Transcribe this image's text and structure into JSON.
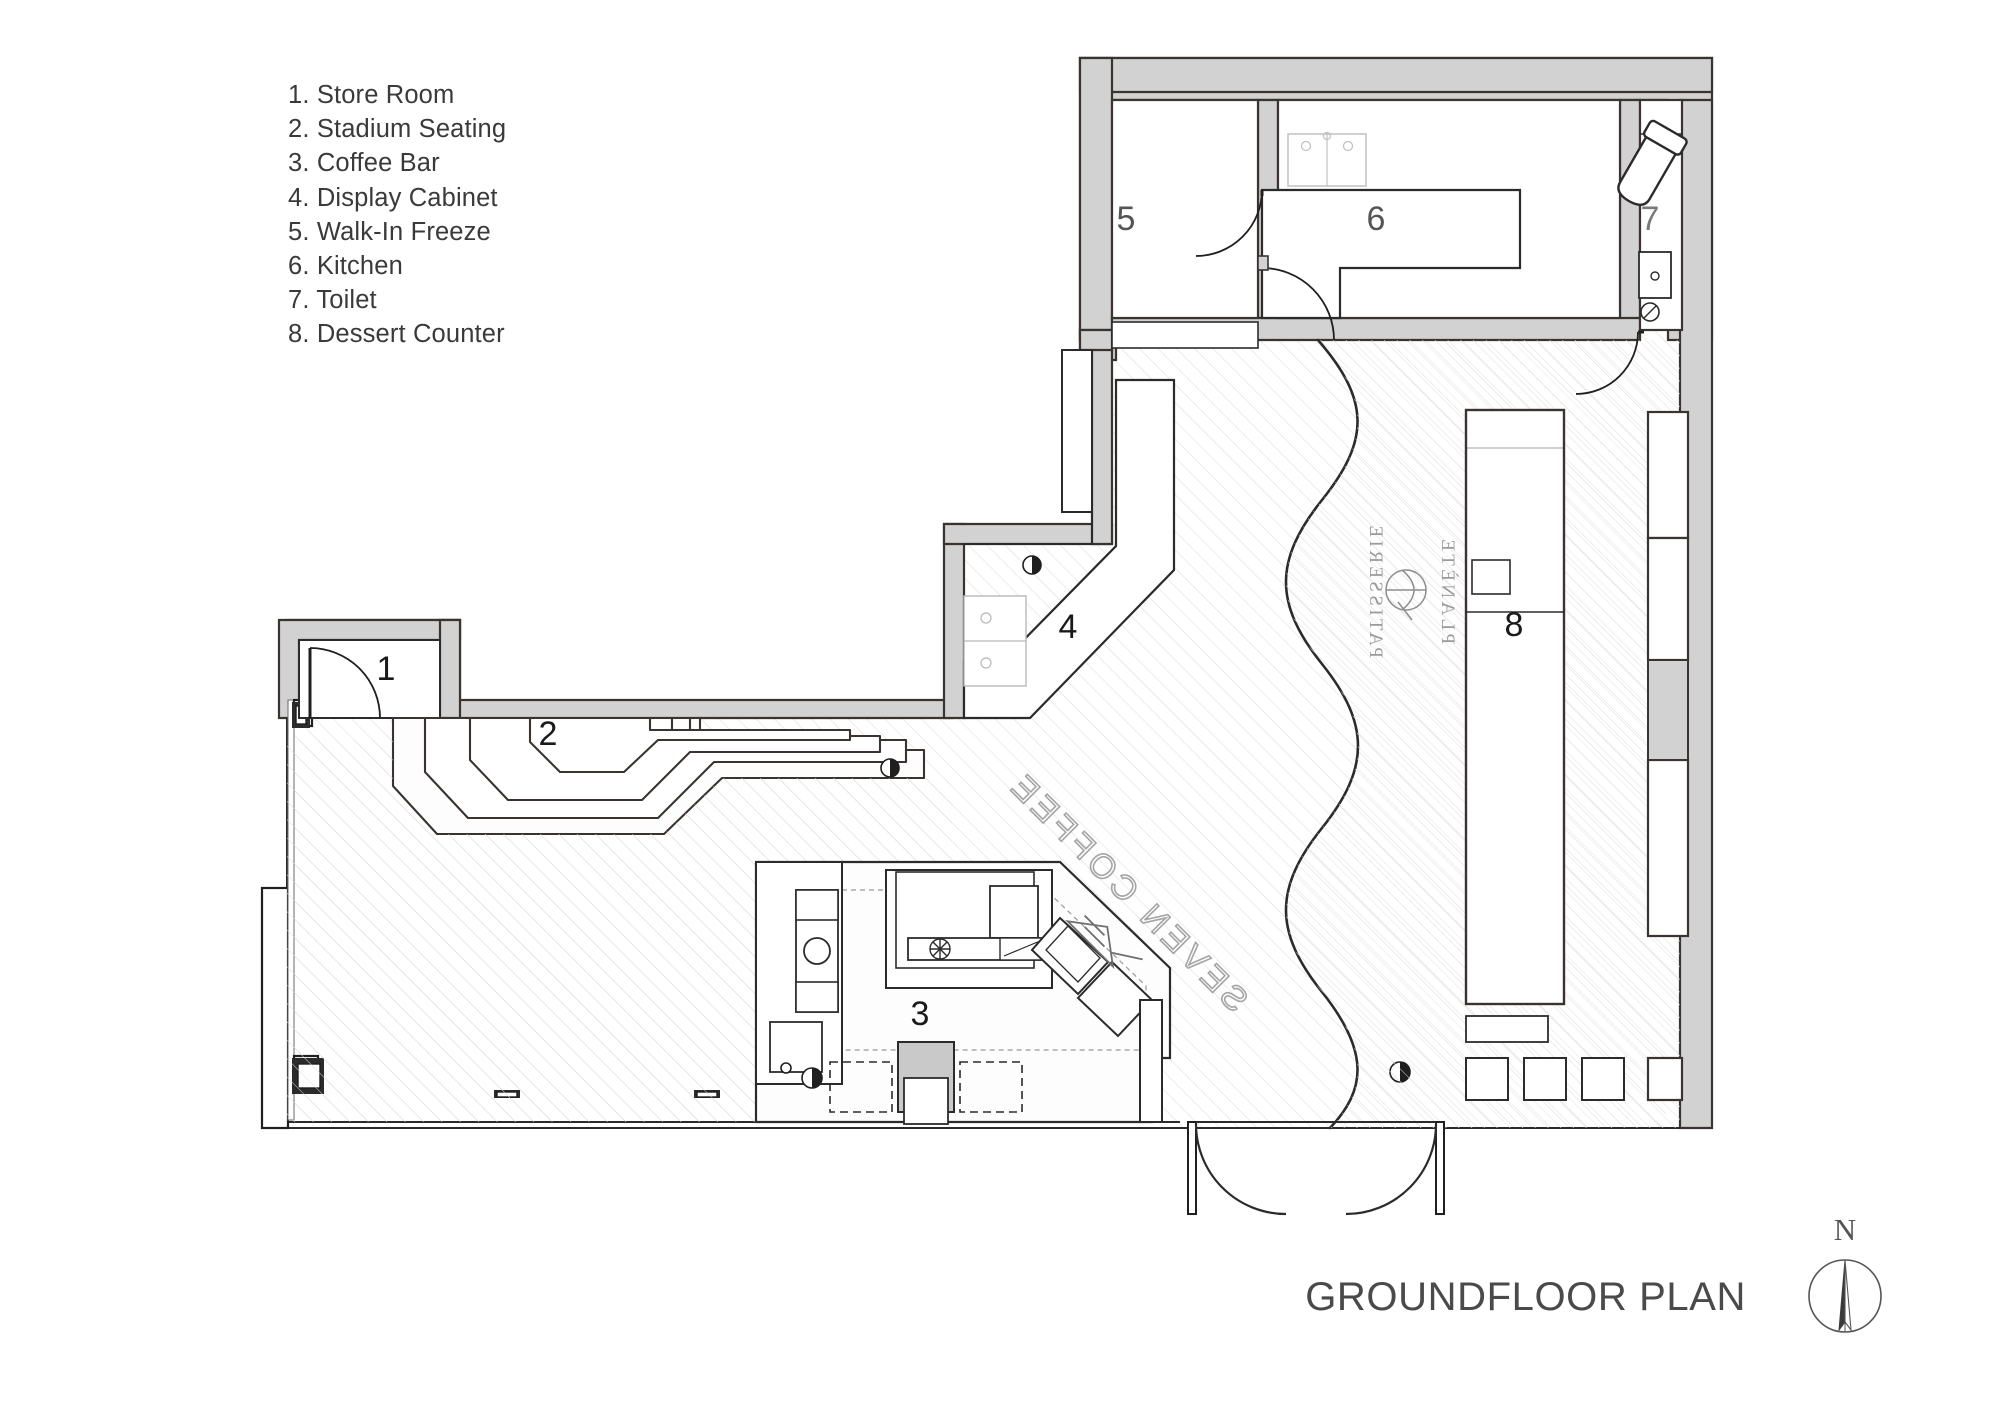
{
  "drawing": {
    "title": "GROUNDFLOOR PLAN",
    "compass_label": "N",
    "compass_icon": "north-arrow-icon"
  },
  "legend": {
    "items": [
      {
        "num": "1.",
        "label": "Store Room"
      },
      {
        "num": "2.",
        "label": "Stadium Seating"
      },
      {
        "num": "3.",
        "label": "Coffee Bar"
      },
      {
        "num": "4.",
        "label": "Display Cabinet"
      },
      {
        "num": "5.",
        "label": "Walk-In Freeze"
      },
      {
        "num": "6.",
        "label": "Kitchen"
      },
      {
        "num": "7.",
        "label": "Toilet"
      },
      {
        "num": "8.",
        "label": "Dessert Counter"
      }
    ]
  },
  "room_tags": {
    "store_room": "1",
    "stadium_seating": "2",
    "coffee_bar": "3",
    "display_cabinet": "4",
    "walk_in_freeze": "5",
    "kitchen": "6",
    "toilet": "7",
    "dessert_counter": "8"
  },
  "floor_graphics": {
    "coffee_logo_text": "SEVEN COFFEE",
    "patisserie_logo_line1": "PLANÈTE",
    "patisserie_logo_line2": "PATISSERIE"
  },
  "colors": {
    "paper": "#ffffff",
    "wall_poche": "#d2d2d2",
    "wall_outline": "#3a3330",
    "line": "#2b2b2b",
    "hatch": "#d8d8d8",
    "text": "#3a3a3a",
    "title_text": "#4a4a4a",
    "tag_text": "#111111",
    "logo_grey": "#9a9a9a",
    "fixture_fill": "#ffffff",
    "counter_fill": "#c9c9c9"
  }
}
